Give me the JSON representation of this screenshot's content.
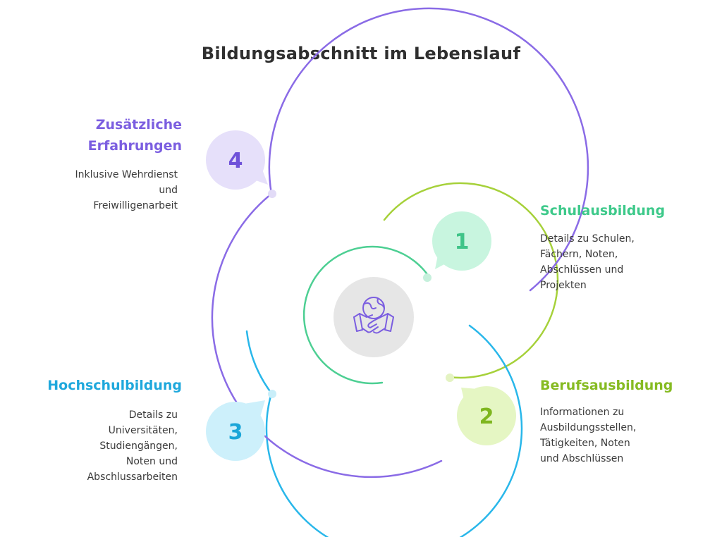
{
  "title": "Bildungsabschnitt im Lebenslauf",
  "steps": [
    {
      "number": "1",
      "heading": "Schulausbildung",
      "description": [
        "Details zu Schulen,",
        "Fächern, Noten,",
        "Abschlüssen und",
        "Projekten"
      ],
      "color": "#4dcf93"
    },
    {
      "number": "2",
      "heading": "Berufsausbildung",
      "description": [
        "Informationen zu",
        "Ausbildungsstellen,",
        "Tätigkeiten, Noten",
        "und Abschlüssen"
      ],
      "color": "#8cbf2e"
    },
    {
      "number": "3",
      "heading": "Hochschulbildung",
      "description": [
        "Details zu",
        "Universitäten,",
        "Studiengängen,",
        "Noten und",
        "Abschlussarbeiten"
      ],
      "color": "#22aee0"
    },
    {
      "number": "4",
      "heading": "Zusätzliche Erfahrungen",
      "heading_lines": [
        "Zusätzliche",
        "Erfahrungen"
      ],
      "description": [
        "Inklusive Wehrdienst",
        "und",
        "Freiwilligenarbeit"
      ],
      "color": "#7b5ee0"
    }
  ],
  "center_icon": "handshake-globe-icon"
}
